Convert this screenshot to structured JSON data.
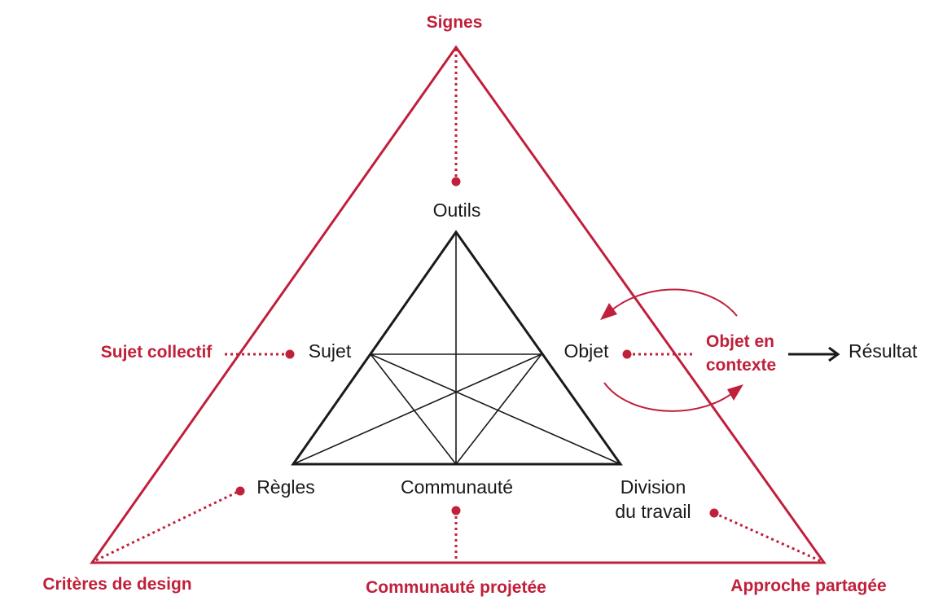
{
  "colors": {
    "accent": "#c0203a",
    "ink": "#1a1a1a"
  },
  "outer": {
    "top": "Signes",
    "left": "Sujet collectif",
    "right_line1": "Objet en",
    "right_line2": "contexte",
    "bottom_left": "Critères de design",
    "bottom_center": "Communauté projetée",
    "bottom_right": "Approche partagée"
  },
  "inner": {
    "top": "Outils",
    "left": "Sujet",
    "right": "Objet",
    "bottom_left": "Règles",
    "bottom_center": "Communauté",
    "bottom_right_line1": "Division",
    "bottom_right_line2": "du travail"
  },
  "result": "Résultat"
}
